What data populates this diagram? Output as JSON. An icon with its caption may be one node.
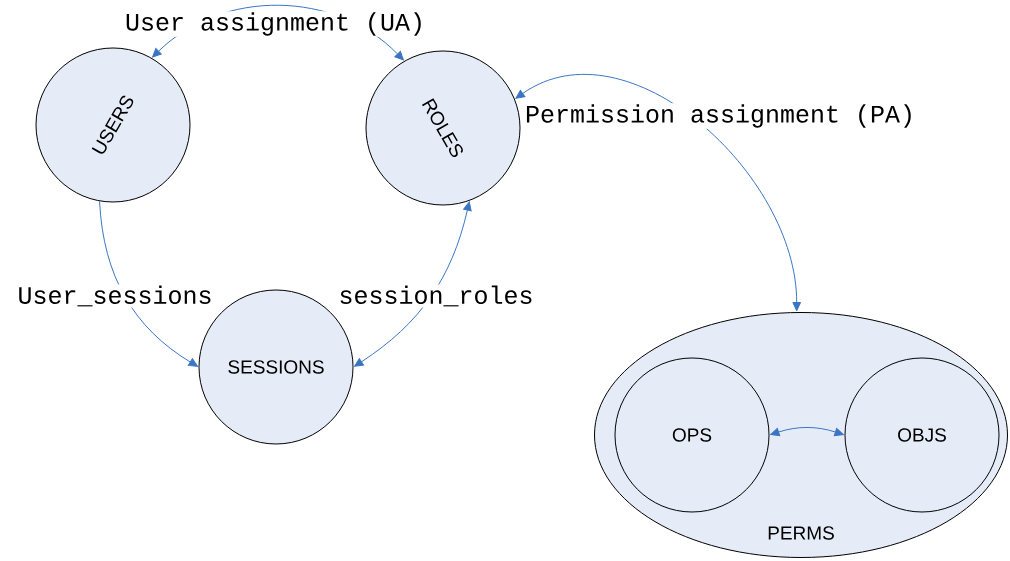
{
  "diagram": {
    "nodes": [
      {
        "text": [
          "USERS"
        ]
      },
      {
        "text": [
          "ROLES"
        ]
      },
      {
        "text": [
          "SESSIONS"
        ]
      },
      {
        "text": [
          "PERMS"
        ]
      },
      {
        "text": [
          "OPS"
        ],
        "in": 3
      },
      {
        "text": [
          "OBJS"
        ],
        "in": 3
      }
    ],
    "edges": [
      {
        "from": 0,
        "to": 1,
        "arrow": "both",
        "label": "User assignment (UA)"
      },
      {
        "from": 0,
        "to": 2,
        "arrow": "to",
        "label": "User_sessions"
      },
      {
        "from": 2,
        "to": 1,
        "arrow": "both",
        "label": "session_roles"
      },
      {
        "from": 1,
        "to": 3,
        "arrow": "both",
        "label": "Permission assignment (PA)"
      },
      {
        "from": 4,
        "to": 5,
        "arrow": "both"
      }
    ]
  }
}
